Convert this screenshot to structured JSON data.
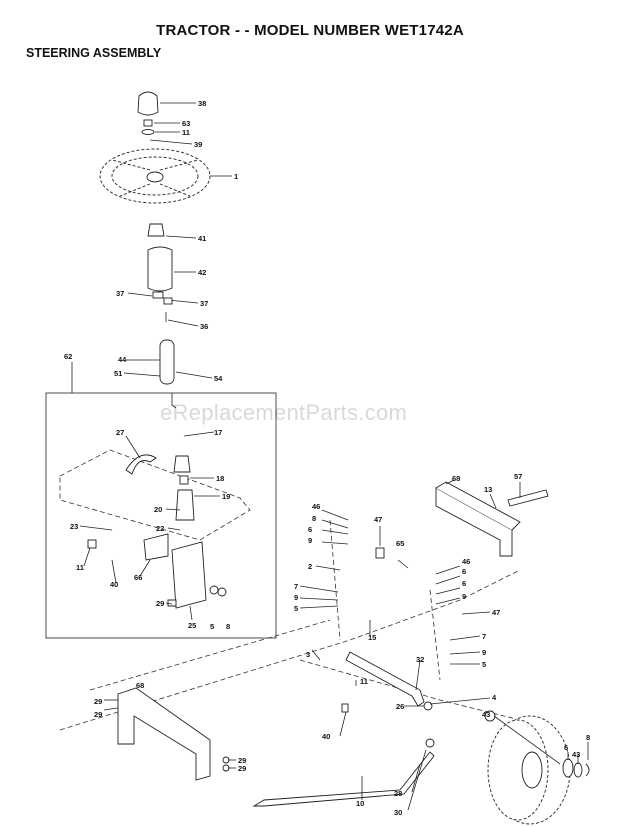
{
  "header": {
    "title": "TRACTOR - - MODEL NUMBER WET1742A",
    "subtitle": "STEERING ASSEMBLY"
  },
  "watermark": "eReplacementParts.com",
  "callouts": [
    "38",
    "63",
    "11",
    "39",
    "1",
    "41",
    "42",
    "37",
    "37",
    "36",
    "44",
    "51",
    "54",
    "62",
    "17",
    "27",
    "18",
    "19",
    "20",
    "22",
    "23",
    "11",
    "40",
    "66",
    "29",
    "25",
    "5",
    "8",
    "68",
    "57",
    "13",
    "46",
    "8",
    "6",
    "9",
    "47",
    "65",
    "2",
    "7",
    "9",
    "5",
    "15",
    "46",
    "6",
    "6",
    "9",
    "47",
    "7",
    "9",
    "5",
    "3",
    "32",
    "11",
    "4",
    "26",
    "68",
    "29",
    "29",
    "29",
    "29",
    "40",
    "10",
    "28",
    "30",
    "43",
    "6",
    "43",
    "8"
  ]
}
